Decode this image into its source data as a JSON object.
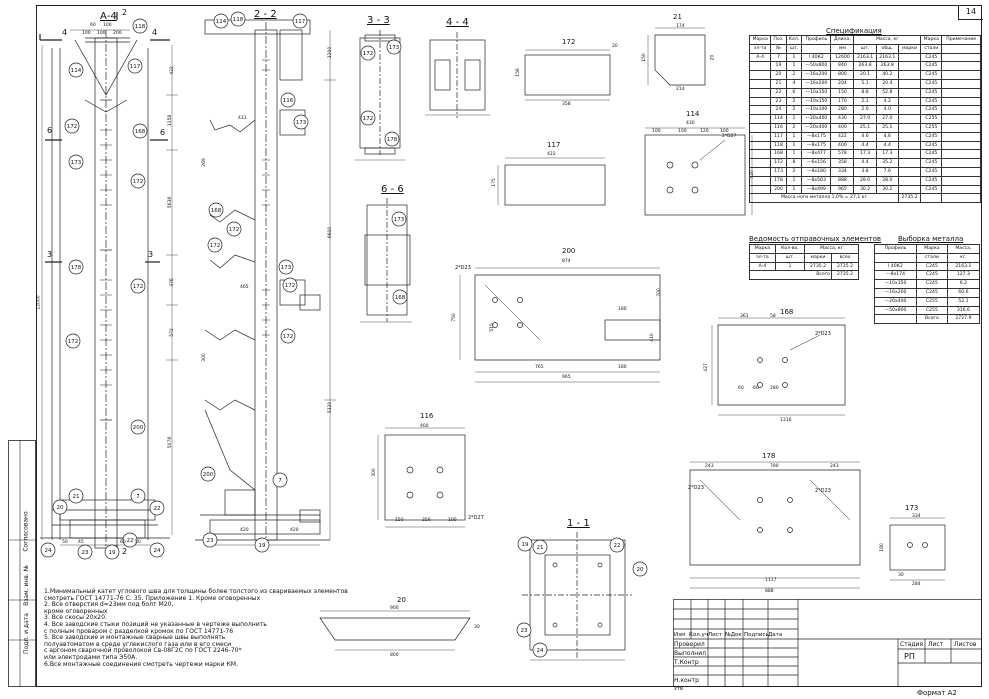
{
  "sheet_number": "14",
  "format_label": "Формат А2",
  "section_titles": {
    "a4": "А-4",
    "s22": "2 - 2",
    "s33": "3 - 3",
    "s44": "4 - 4",
    "s66": "6 - 6",
    "s11": "1 - 1",
    "p21": "21",
    "p172": "172",
    "p117": "117",
    "p114": "114",
    "p200": "200",
    "p168": "168",
    "p116": "116",
    "p178": "178",
    "p173": "173",
    "p20": "20"
  },
  "section_marks": [
    "1",
    "2",
    "3",
    "4",
    "6"
  ],
  "part_markers_a4": [
    "118",
    "114",
    "117",
    "172",
    "168",
    "172",
    "173",
    "172",
    "178",
    "172",
    "172",
    "200",
    "21",
    "20",
    "7",
    "22",
    "24",
    "23",
    "19",
    "22"
  ],
  "part_markers_22": [
    "114",
    "118",
    "117",
    "116",
    "173",
    "168",
    "172",
    "172",
    "172",
    "173",
    "172",
    "200",
    "7",
    "23",
    "19"
  ],
  "dimensions_a4": {
    "top": [
      "100",
      "100",
      "200"
    ],
    "width": [
      "60",
      "100"
    ],
    "bottom": [
      "50",
      "45",
      "60",
      "50"
    ],
    "height": "12000",
    "right": [
      "422",
      "1158",
      "5638",
      "376",
      "572",
      "5078"
    ]
  },
  "dimensions_22": {
    "right": [
      "1200",
      "6600",
      "5320"
    ],
    "left": [
      "431",
      "269",
      "465",
      "300"
    ],
    "bottom": [
      "420",
      "420"
    ]
  },
  "dimensions_p": {
    "p21": [
      "174",
      "214",
      "150",
      "20"
    ],
    "p172": [
      "358",
      "156",
      "20"
    ],
    "p117": [
      "422",
      "175"
    ],
    "p114": [
      "430",
      "100",
      "100",
      "120",
      "100",
      "2*D27",
      "420"
    ],
    "p200": [
      "2*D23",
      "874",
      "765",
      "965",
      "180",
      "180",
      "700",
      "515",
      "750",
      "410"
    ],
    "p168": [
      "361",
      "58",
      "2*D23",
      "427",
      "60",
      "60",
      "280",
      "1316"
    ],
    "p116": [
      "400",
      "300",
      "150",
      "250",
      "100",
      "2*D27"
    ],
    "p178": [
      "2*D23",
      "2*D23",
      "243",
      "780",
      "243",
      "1117",
      "888"
    ],
    "p173": [
      "334",
      "180",
      "30",
      "284"
    ],
    "p20": [
      "900",
      "800",
      "30"
    ]
  },
  "spec": {
    "caption": "Спецификация",
    "headers1": [
      "Марка",
      "Поз.",
      "Кол.",
      "Профиль",
      "Длина,",
      "Масса, кг",
      "",
      "",
      "Марка",
      "Примечание"
    ],
    "headers2": [
      "эл-та",
      "№",
      "шт.",
      "",
      "мм",
      "шт.",
      "общ.",
      "марки",
      "стали",
      ""
    ],
    "rows": [
      [
        "А-4",
        "7",
        "1",
        "I 40К2",
        "12600",
        "2163.1",
        "2163.1",
        "",
        "С245",
        ""
      ],
      [
        "",
        "19",
        "1",
        "—50х800",
        "840",
        "263.8",
        "263.8",
        "",
        "С245",
        ""
      ],
      [
        "",
        "20",
        "2",
        "—16х200",
        "800",
        "20.1",
        "40.2",
        "",
        "С245",
        ""
      ],
      [
        "",
        "21",
        "4",
        "—16х200",
        "204",
        "5.1",
        "20.4",
        "",
        "С245",
        ""
      ],
      [
        "",
        "22",
        "6",
        "—10х150",
        "150",
        "8.8",
        "52.8",
        "",
        "С245",
        ""
      ],
      [
        "",
        "23",
        "2",
        "—10х150",
        "170",
        "2.1",
        "4.2",
        "",
        "С245",
        ""
      ],
      [
        "",
        "24",
        "2",
        "—10х100",
        "280",
        "2.0",
        "4.0",
        "",
        "С245",
        ""
      ],
      [
        "",
        "114",
        "1",
        "—20х400",
        "430",
        "27.0",
        "27.0",
        "",
        "С255",
        ""
      ],
      [
        "",
        "116",
        "2",
        "—20х400",
        "400",
        "25.1",
        "25.1",
        "",
        "С255",
        ""
      ],
      [
        "",
        "117",
        "1",
        "—8х175",
        "422",
        "4.6",
        "4.6",
        "",
        "С245",
        ""
      ],
      [
        "",
        "118",
        "1",
        "—8х175",
        "400",
        "4.4",
        "4.4",
        "",
        "С245",
        ""
      ],
      [
        "",
        "168",
        "1",
        "—8х477",
        "578",
        "17.3",
        "17.3",
        "",
        "С245",
        ""
      ],
      [
        "",
        "172",
        "8",
        "—6х156",
        "358",
        "4.4",
        "35.2",
        "",
        "С245",
        ""
      ],
      [
        "",
        "173",
        "2",
        "—8х180",
        "334",
        "3.8",
        "7.6",
        "",
        "С245",
        ""
      ],
      [
        "",
        "178",
        "1",
        "—8х503",
        "888",
        "28.0",
        "28.0",
        "",
        "С245",
        ""
      ],
      [
        "",
        "200",
        "1",
        "—8х499",
        "965",
        "30.2",
        "30.2",
        "",
        "С245",
        ""
      ]
    ],
    "footer": "Масса ноги металла 1,0% = 27,1 кг",
    "footer_value": "2735.2"
  },
  "vedomost": {
    "caption": "Ведомость отправочных элементов",
    "headers1": [
      "Марка",
      "Кол-во,",
      "Масса, кг",
      ""
    ],
    "headers2": [
      "эл-та",
      "шт.",
      "марки",
      "всех"
    ],
    "rows": [
      [
        "А-4",
        "1",
        "2735.2",
        "2735.2"
      ]
    ],
    "total_label": "Всего",
    "total_value": "2735.2"
  },
  "vyborka": {
    "caption": "Выборка металла",
    "headers1": [
      "Профиль",
      "Марка",
      "Масса,"
    ],
    "headers2": [
      "",
      "стали",
      "кг."
    ],
    "rows": [
      [
        "I 40К2",
        "С245",
        "2163.1"
      ],
      [
        "—8х174",
        "С245",
        "127.3"
      ],
      [
        "—10х150",
        "С245",
        "6.2"
      ],
      [
        "—16х200",
        "С245",
        "60.6"
      ],
      [
        "—20х400",
        "С255",
        "52.1"
      ],
      [
        "—50х800",
        "С255",
        "316.6"
      ],
      [
        "",
        "Всего",
        "2727.9"
      ]
    ]
  },
  "notes": [
    "1.Минимальный катет углового шва для толщины более толстого из свариваемых элементов",
    "  смотреть ГОСТ 14771-76 С. 35. Приложение 1. Кроме оговоренных",
    "2. Все отверстия d=23мм под болт М20,",
    "  кроме оговоренных",
    "3. Все скосы 20х20.",
    "4. Все заводские стыки позиций не указанные в чертеже выполнить",
    "  с полным проваром с разделкой кромок по ГОСТ 14771-76",
    "5. Все заводские и монтажные сварные швы выполнять",
    "  полуавтоматом в среде углекислого газа или в его смеси",
    "  с аргоном сварочной проволокой Св-08Г2С по ГОСТ 2246-70*",
    "  или электродами типа Э50А.",
    "6.Все монтажные соединения смотреть чертежи марки КМ."
  ],
  "stamp": {
    "cols": [
      "Изм",
      "Кол.уч",
      "Лист",
      "№Док",
      "Подпись",
      "Дата"
    ],
    "roles": [
      "Проверил",
      "Выполнил",
      "Т.Контр",
      "",
      "Н.контр",
      "Утв"
    ],
    "stage_label": "Стадия",
    "sheet_label": "Лист",
    "sheets_label": "Листов",
    "stage_value": "РП"
  },
  "side_labels": [
    "Согласовано",
    "Взам. инв. №",
    "Подп. и дата"
  ]
}
